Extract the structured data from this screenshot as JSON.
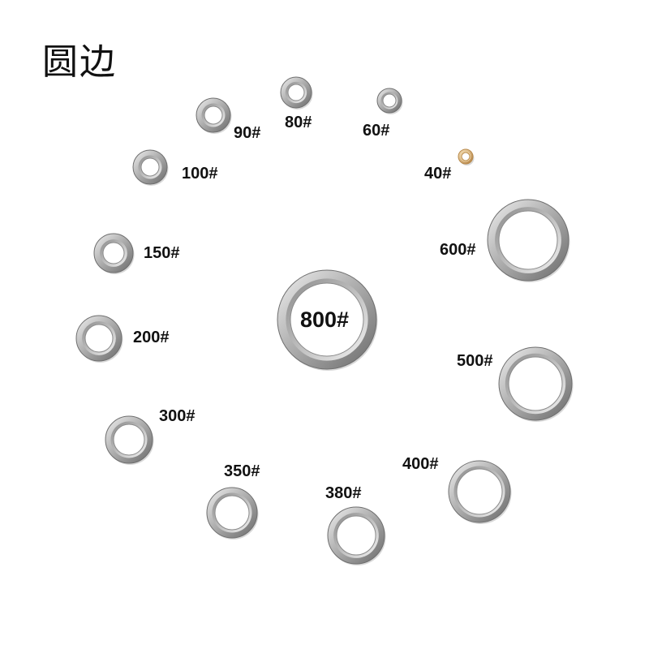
{
  "title": "圆边",
  "colors": {
    "steel_light": "#e4e4e4",
    "steel_mid": "#a9a9a9",
    "steel_dark": "#6f6f6f",
    "brass_light": "#f3d9a8",
    "brass_dark": "#b8894a"
  },
  "eyelets": [
    {
      "label": "90#"
    },
    {
      "label": "80#"
    },
    {
      "label": "60#"
    },
    {
      "label": "40#",
      "material": "brass"
    },
    {
      "label": "100#"
    },
    {
      "label": "150#"
    },
    {
      "label": "200#"
    },
    {
      "label": "300#"
    },
    {
      "label": "350#"
    },
    {
      "label": "380#"
    },
    {
      "label": "400#"
    },
    {
      "label": "500#"
    },
    {
      "label": "600#"
    },
    {
      "label": "800#"
    }
  ]
}
